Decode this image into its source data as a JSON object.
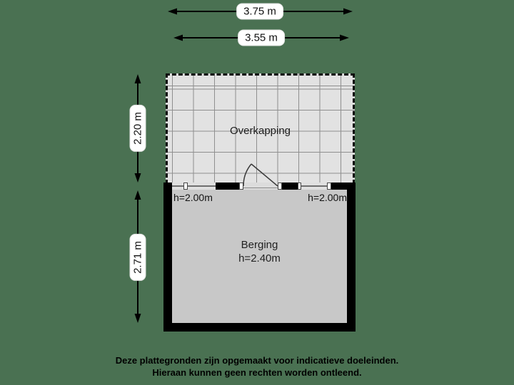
{
  "floorplan": {
    "dimensions": {
      "top_outer": "3.75 m",
      "top_inner": "3.55 m",
      "left_upper": "2.20 m",
      "left_lower": "2.71 m"
    },
    "overkapping": {
      "label": "Overkapping"
    },
    "berging": {
      "label": "Berging",
      "ceiling_height": "h=2.40m",
      "wall_height_left": "h=2.00m",
      "wall_height_right": "h=2.00m"
    },
    "disclaimer": {
      "line1": "Deze plattegronden zijn opgemaakt voor indicatieve doeleinden.",
      "line2": "Hieraan kunnen geen rechten worden ontleend."
    },
    "colors": {
      "background": "#4a7152",
      "overkapping_fill": "#e2e2e2",
      "grid_line": "#8f8f8f",
      "berging_fill": "#c8c8c8",
      "wall": "#000000",
      "label_pill": "#ffffff"
    }
  }
}
